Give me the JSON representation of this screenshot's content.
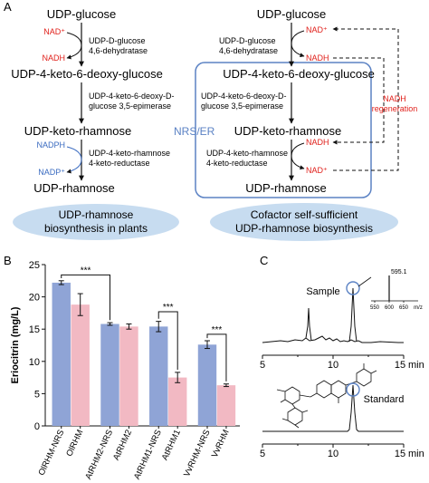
{
  "panel_a": {
    "label": "A",
    "left": {
      "compounds": [
        "UDP-glucose",
        "UDP-4-keto-6-deoxy-glucose",
        "UDP-keto-rhamnose",
        "UDP-rhamnose"
      ],
      "cofactors": [
        "NAD⁺",
        "NADH",
        "NADPH",
        "NADP⁺"
      ],
      "enzymes": [
        [
          "UDP-D-glucose",
          "4,6-dehydratase"
        ],
        [
          "UDP-4-keto-6-deoxy-D-",
          "glucose 3,5-epimerase"
        ],
        [
          "UDP-4-keto-rhamnose",
          "4-keto-reductase"
        ]
      ],
      "caption": [
        "UDP-rhamnose",
        "biosynthesis in plants"
      ]
    },
    "right": {
      "compounds": [
        "UDP-glucose",
        "UDP-4-keto-6-deoxy-glucose",
        "UDP-keto-rhamnose",
        "UDP-rhamnose"
      ],
      "cofactors": [
        "NAD⁺",
        "NADH",
        "NADH",
        "NAD⁺"
      ],
      "enzymes": [
        [
          "UDP-D-glucose",
          "4,6-dehydratase"
        ],
        [
          "UDP-4-keto-6-deoxy-D-",
          "glucose 3,5-epimerase"
        ],
        [
          "UDP-4-keto-rhamnose",
          "4-keto-reductase"
        ]
      ],
      "box_label": "NRS/ER",
      "regeneration": [
        "NADH",
        "regeneration"
      ],
      "caption": [
        "Cofactor self-sufficient",
        "UDP-rhamnose biosynthesis"
      ]
    }
  },
  "colors": {
    "bar_nrs": "#8fa4d6",
    "bar_plain": "#f2b9c3",
    "nad_red": "#e0201b",
    "nadph_blue": "#3a6bc0",
    "box_blue": "#5b82c4",
    "ellipse_fill": "#c7dcf0"
  },
  "panel_b": {
    "label": "B",
    "chart_data": {
      "type": "bar",
      "ylabel": "Eriocitrin (mg/L)",
      "ylim": [
        0,
        25
      ],
      "yticks": [
        0,
        5,
        10,
        15,
        20,
        25
      ],
      "categories": [
        "OlRHM-NRS",
        "OlRHM",
        "AtRHM2-NRS",
        "AtRHM2",
        "AtRHM1-NRS",
        "AtRHM1",
        "VvRHM-NRS",
        "VvRHM"
      ],
      "values": [
        22.2,
        18.8,
        15.8,
        15.4,
        15.4,
        7.5,
        12.6,
        6.3
      ],
      "errors": [
        0.3,
        1.7,
        0.2,
        0.4,
        0.8,
        0.8,
        0.6,
        0.2
      ],
      "significance": [
        "***",
        "***",
        "***"
      ]
    }
  },
  "panel_c": {
    "label": "C",
    "chart_data": {
      "type": "line",
      "traces": [
        "Sample",
        "Standard"
      ],
      "xlabel": "min",
      "xticks": [
        5,
        10,
        15
      ],
      "inset": {
        "peak_label": "595.1",
        "xticks": [
          550,
          600,
          650
        ],
        "xlabel": "m/z"
      }
    }
  }
}
